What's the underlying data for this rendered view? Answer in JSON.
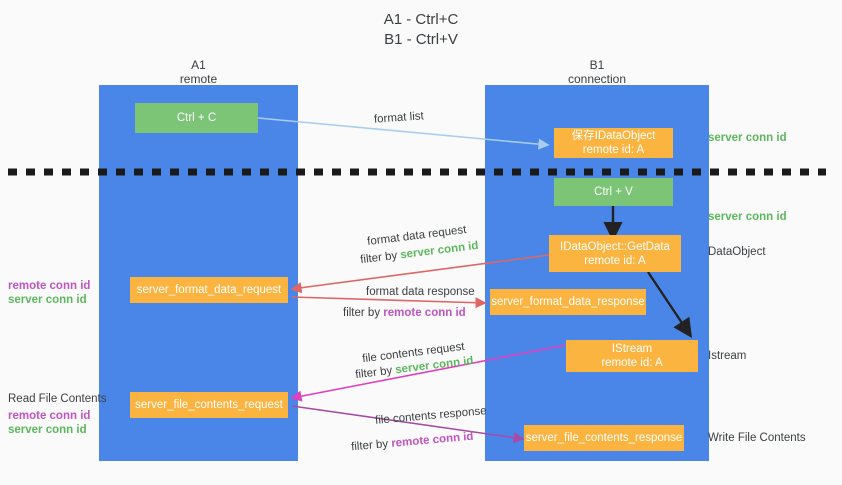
{
  "title": "A1 - Ctrl+C\nB1 - Ctrl+V",
  "colors": {
    "column": "#4a86e8",
    "green_box": "#7cc576",
    "orange_box": "#fbb440",
    "server_conn": "#5cb85c",
    "remote_conn": "#c054c0",
    "arrow_blue": "#a8cdf0",
    "arrow_red": "#e06666",
    "arrow_magenta": "#e040c0",
    "arrow_purple": "#a64ca6",
    "arrow_black": "#222222",
    "divider": "#1a1a1a"
  },
  "columns": [
    {
      "name": "A1",
      "sub": "remote"
    },
    {
      "name": "B1",
      "sub": "connection"
    }
  ],
  "boxes": {
    "ctrl_c": "Ctrl + C",
    "ctrl_v": "Ctrl + V",
    "idataobject": "保存IDataObject\nremote id: A",
    "getdata": "IDataObject::GetData\nremote id: A",
    "istream": "IStream\nremote id: A",
    "format_data_request": "server_format_data_request",
    "format_data_response": "server_format_data_response",
    "file_contents_request": "server_file_contents_request",
    "file_contents_response": "server_file_contents_response"
  },
  "right_labels": {
    "server_conn_top": "server conn id",
    "server_conn_second": "server conn id",
    "dataobject": "DataObject",
    "istream": "Istream",
    "write_file_contents": "Write File Contents"
  },
  "left_labels": {
    "remote_conn_1": "remote conn id",
    "server_conn_1": "server conn id",
    "read_file_contents": "Read File Contents",
    "remote_conn_2": "remote conn id",
    "server_conn_2": "server conn id"
  },
  "mid_labels": {
    "format_list": "format list",
    "format_data_request": "format data request",
    "filter_by_1": "filter by ",
    "filter_by_1_em": "server conn id",
    "format_data_response": "format data response",
    "filter_by_2": "filter by ",
    "filter_by_2_em": "remote conn id",
    "file_contents_request": "file contents request",
    "filter_by_3": "filter by ",
    "filter_by_3_em": "server conn id",
    "file_contents_response": "file contents response",
    "filter_by_4": "filter by ",
    "filter_by_4_em": "remote conn id"
  }
}
